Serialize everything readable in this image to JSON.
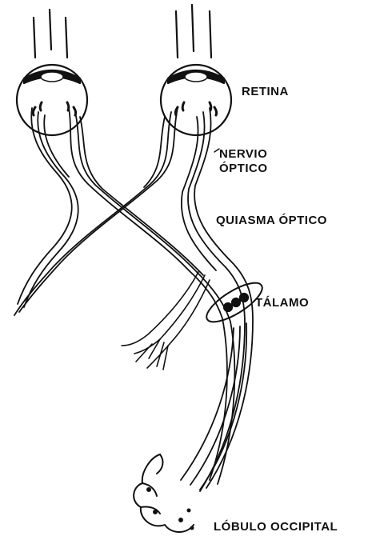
{
  "labels": {
    "retina": "RETINA",
    "nervio_line1": "NERVIO",
    "nervio_line2": "ÓPTICO",
    "quiasma": "QUIASMA ÓPTICO",
    "talamo": "TÁLAMO",
    "lobulo": "LÓBULO OCCIPITAL"
  },
  "colors": {
    "ink": "#111111",
    "background": "#ffffff"
  }
}
